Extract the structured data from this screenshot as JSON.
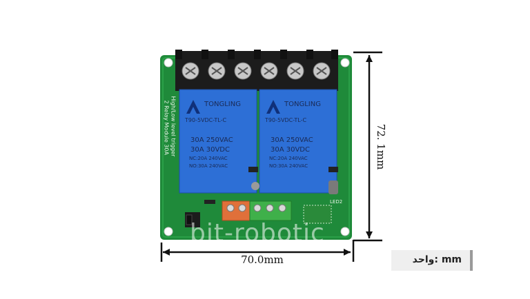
{
  "dimensions": {
    "width_label": "70.0mm",
    "height_label": "72. 1mm"
  },
  "unit": {
    "label": "واحد: mm"
  },
  "watermark": "bit-robotic",
  "board": {
    "side_text_line1": "High/Low level trigger",
    "side_text_line2": "2 Relay Module 30A",
    "led_label": "LED2",
    "relays": [
      {
        "brand": "TONGLING",
        "model": "T90-5VDC-TL-C",
        "rating1": "30A 250VAC",
        "rating2": "30A  30VDC",
        "nc": "NC:20A 240VAC",
        "no": "NO:30A 240VAC"
      },
      {
        "brand": "TONGLING",
        "model": "T90-5VDC-TL-C",
        "rating1": "30A 250VAC",
        "rating2": "30A  30VDC",
        "nc": "NC:20A 240VAC",
        "no": "NO:30A 240VAC"
      }
    ]
  },
  "colors": {
    "pcb": "#1f8a3a",
    "relay": "#2d6fd6",
    "terminal": "#202020",
    "screw": "#c8c8c8",
    "orange_block": "#e0703a",
    "green_block": "#3fb04a",
    "unit_box": "#efefef"
  }
}
